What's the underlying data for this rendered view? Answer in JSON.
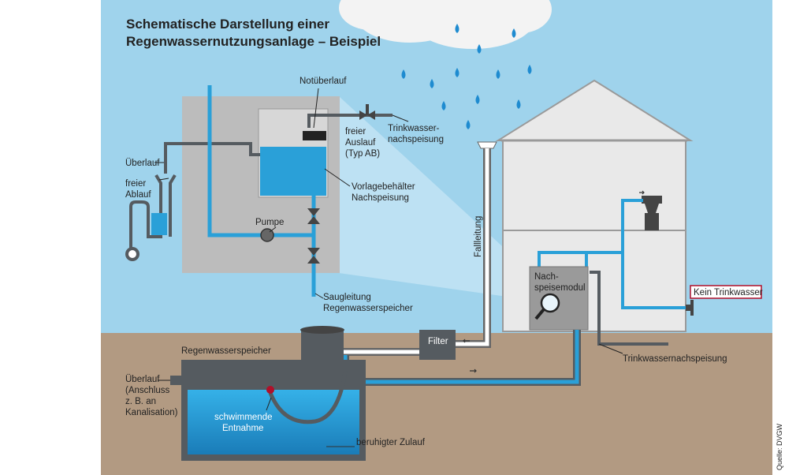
{
  "title": {
    "line1": "Schematische Darstellung einer",
    "line2": "Regenwassernutzungsanlage – Beispiel"
  },
  "labels": {
    "notueberlauf": "Notüberlauf",
    "freier_auslauf": [
      "freier",
      "Auslauf",
      "(Typ AB)"
    ],
    "trinkwasser_nachspeisung_top": [
      "Trinkwasser-",
      "nachspeisung"
    ],
    "ueberlauf_top": "Überlauf",
    "freier_ablauf": [
      "freier",
      "Ablauf"
    ],
    "vorlagebehaelter": [
      "Vorlagebehälter",
      "Nachspeisung"
    ],
    "pumpe": "Pumpe",
    "saugleitung": [
      "Saugleitung",
      "Regenwasserspeicher"
    ],
    "fallleitung": "Fallleitung",
    "nachspeisemodul": [
      "Nach-",
      "speisemodul"
    ],
    "kein_trinkwasser": "Kein Trinkwasser",
    "filter": "Filter",
    "regenwasserspeicher": "Regenwasserspeicher",
    "ueberlauf_bottom": [
      "Überlauf",
      "(Anschluss",
      "z. B. an",
      "Kanalisation)"
    ],
    "schwimmende_entnahme": [
      "schwimmende",
      "Entnahme"
    ],
    "beruhigter_zulauf": "beruhigter Zulauf",
    "trinkwassernachspeisung_bottom": "Trinkwassernachspeisung",
    "quelle": "Quelle: DVGW"
  },
  "colors": {
    "sky": "#9fd3ec",
    "ground": "#b29a82",
    "water": "#2aa0d8",
    "pipe_grey": "#555b60",
    "box_grey": "#bcbcbc",
    "house": "#e9e9e9"
  }
}
